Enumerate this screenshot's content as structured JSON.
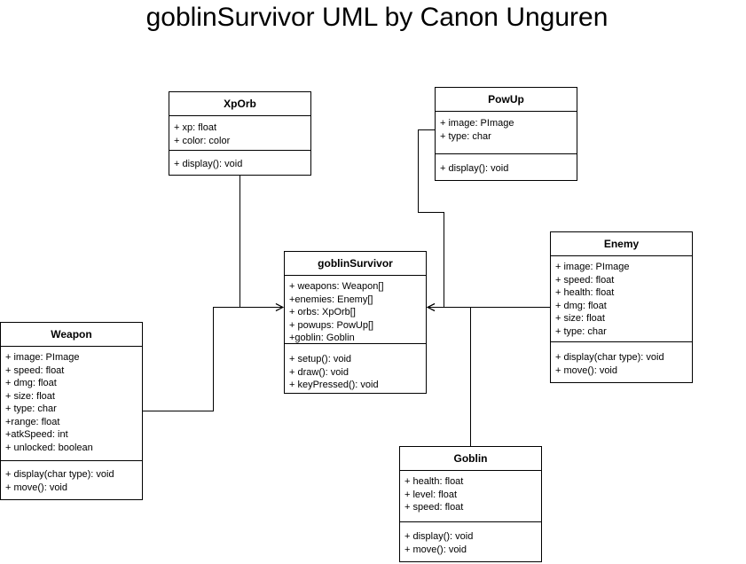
{
  "title": "goblinSurvivor UML by Canon Unguren",
  "classes": {
    "xporb": {
      "name": "XpOrb",
      "attributes": [
        "+ xp: float",
        "+ color: color"
      ],
      "methods": [
        "+ display(): void"
      ]
    },
    "powup": {
      "name": "PowUp",
      "attributes": [
        "+ image: PImage",
        "+ type: char"
      ],
      "methods": [
        "+ display(): void"
      ]
    },
    "goblinsurvivor": {
      "name": "goblinSurvivor",
      "attributes": [
        "+ weapons: Weapon[]",
        "+enemies: Enemy[]",
        "+ orbs: XpOrb[]",
        "+ powups: PowUp[]",
        "+goblin: Goblin"
      ],
      "methods": [
        "+ setup(): void",
        "+ draw(): void",
        "+ keyPressed(): void"
      ]
    },
    "enemy": {
      "name": "Enemy",
      "attributes": [
        "+ image: PImage",
        "+ speed: float",
        "+ health: float",
        "+ dmg: float",
        "+ size: float",
        "+ type: char"
      ],
      "methods": [
        "+ display(char type): void",
        "+ move(): void"
      ]
    },
    "weapon": {
      "name": "Weapon",
      "attributes": [
        "+ image: PImage",
        "+ speed: float",
        "+ dmg: float",
        "+ size: float",
        "+ type: char",
        "+range: float",
        "+atkSpeed: int",
        "+ unlocked: boolean"
      ],
      "methods": [
        "+ display(char type): void",
        "+ move(): void"
      ]
    },
    "goblin": {
      "name": "Goblin",
      "attributes": [
        "+ health: float",
        "+ level: float",
        "+ speed: float"
      ],
      "methods": [
        "+ display(): void",
        "+ move(): void"
      ]
    }
  }
}
